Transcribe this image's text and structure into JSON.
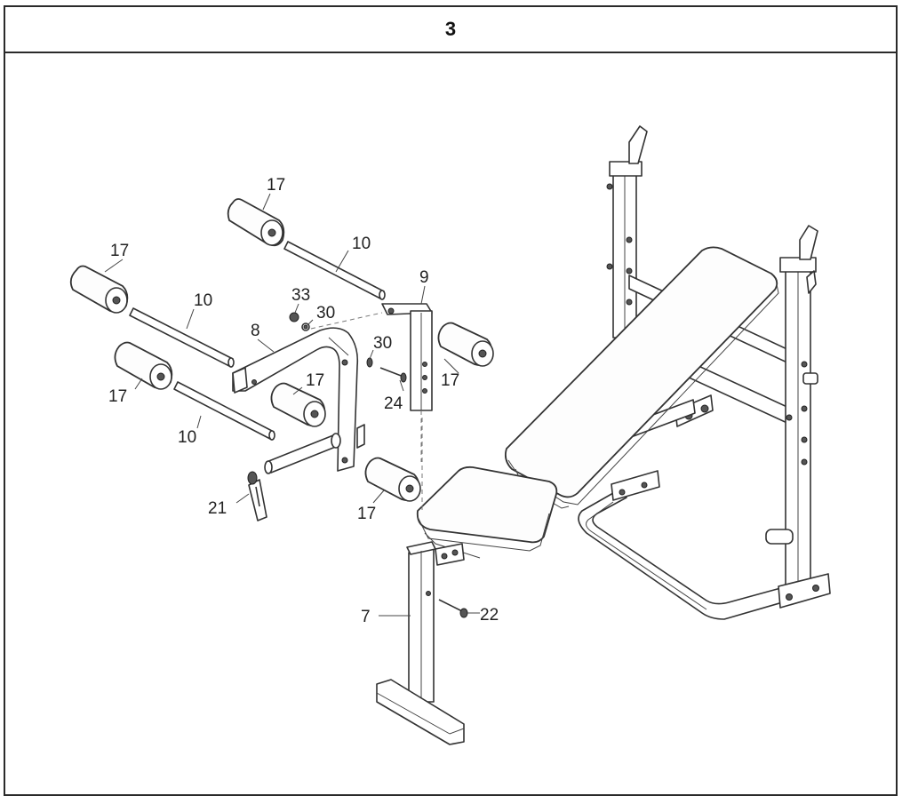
{
  "step": {
    "number": "3"
  },
  "labels": {
    "l17a": "17",
    "l17b": "17",
    "l17c": "17",
    "l17d": "17",
    "l17e": "17",
    "l17f": "17",
    "l10a": "10",
    "l10b": "10",
    "l10c": "10",
    "l9": "9",
    "l8": "8",
    "l33": "33",
    "l30a": "30",
    "l30b": "30",
    "l24": "24",
    "l21": "21",
    "l7": "7",
    "l22": "22"
  }
}
